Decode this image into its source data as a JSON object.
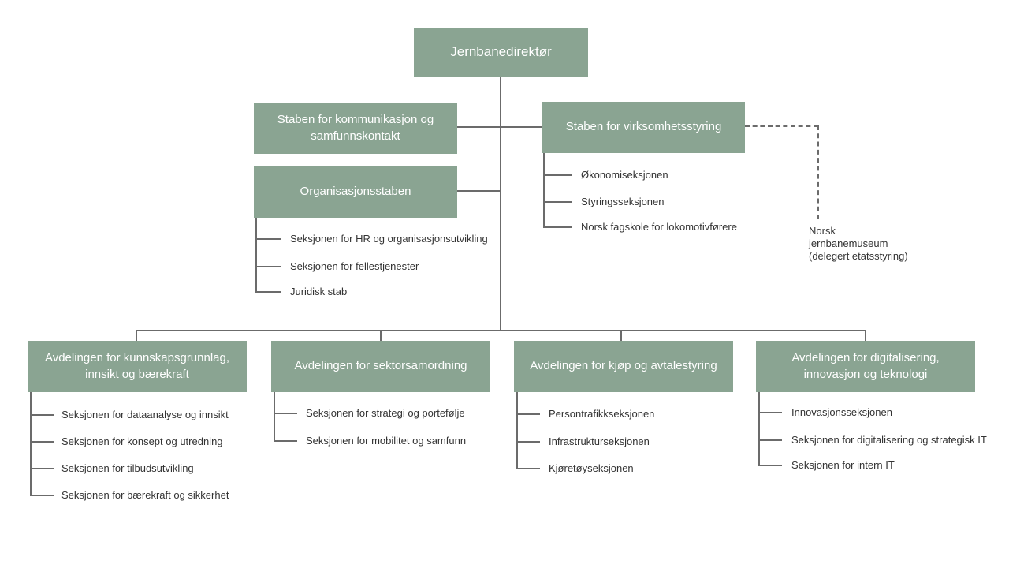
{
  "palette": {
    "box_green": "#8aa492",
    "box_text": "#ffffff",
    "line_gray": "#6b6b6b",
    "item_text": "#333333"
  },
  "root": {
    "label": "Jernbanedirektør"
  },
  "staffs": [
    {
      "label": "Staben for kommunikasjon og samfunnskontakt",
      "children": []
    },
    {
      "label": "Organisasjonsstaben",
      "children": [
        "Seksjonen for HR og organisasjonsutvikling",
        "Seksjonen for fellestjenester",
        "Juridisk stab"
      ]
    },
    {
      "label": "Staben for virksomhetsstyring",
      "children": [
        "Økonomiseksjonen",
        "Styringsseksjonen",
        "Norsk fagskole for lokomotivførere"
      ]
    }
  ],
  "museum_note": {
    "lines": [
      "Norsk",
      "jernbanemuseum",
      "(delegert etatsstyring)"
    ]
  },
  "departments": [
    {
      "label": "Avdelingen for kunnskapsgrunnlag, innsikt og bærekraft",
      "children": [
        "Seksjonen for dataanalyse og innsikt",
        "Seksjonen for konsept og utredning",
        "Seksjonen for tilbudsutvikling",
        "Seksjonen for bærekraft og sikkerhet"
      ]
    },
    {
      "label": "Avdelingen for sektorsamordning",
      "children": [
        "Seksjonen for strategi og portefølje",
        "Seksjonen for mobilitet og samfunn"
      ]
    },
    {
      "label": "Avdelingen for kjøp og avtalestyring",
      "children": [
        "Persontrafikkseksjonen",
        "Infrastrukturseksjonen",
        "Kjøretøyseksjonen"
      ]
    },
    {
      "label": "Avdelingen for digitalisering, innovasjon og teknologi",
      "children": [
        "Innovasjonsseksjonen",
        "Seksjonen for digitalisering og strategisk IT",
        "Seksjonen for intern IT"
      ]
    }
  ]
}
